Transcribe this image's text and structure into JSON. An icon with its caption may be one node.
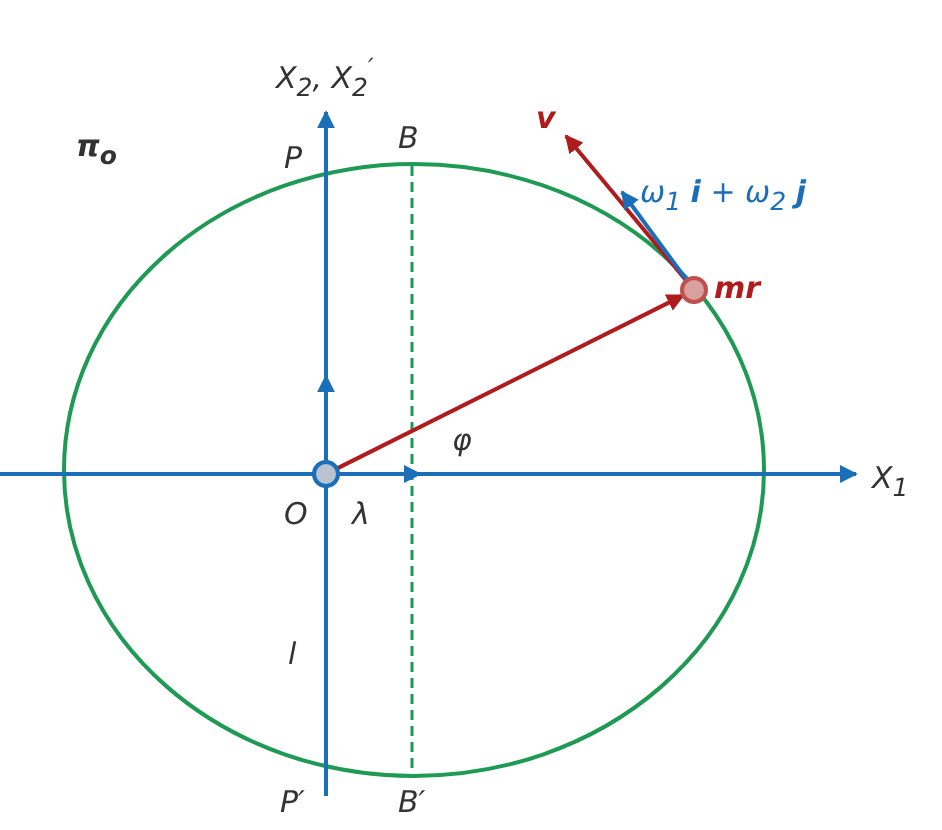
{
  "diagram": {
    "nodes": [
      {
        "text": [],
        "shape": "circle",
        "beside": [
          "O"
        ]
      },
      {
        "text": [],
        "shape": "circle",
        "beside": [
          "mr"
        ]
      },
      {
        "text": [
          "v"
        ]
      },
      {
        "text": [
          "ω$_{1}$ **i** + ω$_{2}$ **j**"
        ]
      }
    ],
    "edges": [
      {
        "from": 0,
        "to": 1,
        "arrow": "to"
      },
      {
        "from": 1,
        "to": 2,
        "arrow": "to"
      },
      {
        "from": 1,
        "to": 3,
        "arrow": "to",
        "color": "#1a6fb8"
      }
    ],
    "labels": [
      "π$_{o}$",
      "X$_{2}$, X$_{2}$$^{′}$",
      "P",
      "B",
      "φ",
      "X$_{1}$",
      "λ",
      "l",
      "P′",
      "B′"
    ]
  }
}
